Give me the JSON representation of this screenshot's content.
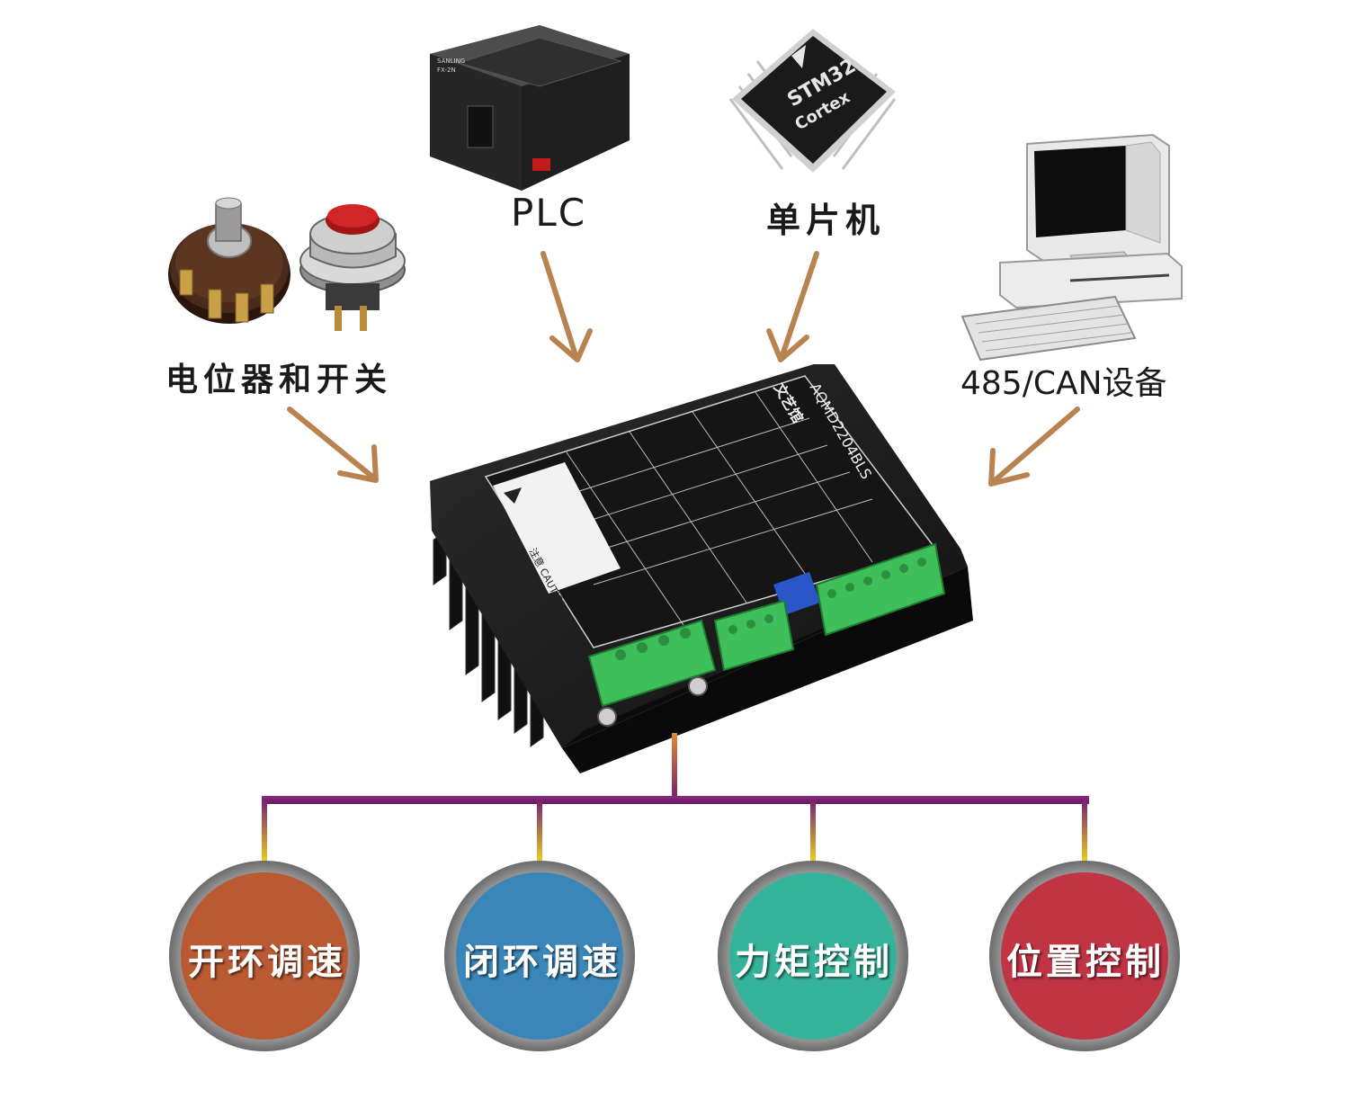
{
  "inputs": {
    "potentiometer_switch": {
      "label": "电位器和开关",
      "icon": "potentiometer-and-push-button-icon"
    },
    "plc": {
      "label": "PLC",
      "icon": "plc-module-icon",
      "device_text": [
        "SANLING",
        "FX-2N"
      ]
    },
    "mcu": {
      "label": "单片机",
      "icon": "stm32-chip-icon",
      "device_text": [
        "STM32",
        "Cortex"
      ]
    },
    "can485": {
      "label": "485/CAN设备",
      "icon": "desktop-computer-icon"
    }
  },
  "driver": {
    "icon": "motor-driver-icon",
    "brand": "文艺馆",
    "model": "AQMD2204BLS",
    "caution": "注意 CAUTION"
  },
  "modes": [
    {
      "label": "开环调速",
      "color": "#b95a33"
    },
    {
      "label": "闭环调速",
      "color": "#3a86b8"
    },
    {
      "label": "力矩控制",
      "color": "#35b39a"
    },
    {
      "label": "位置控制",
      "color": "#c03444"
    }
  ],
  "colors": {
    "arrow": "#b9834f",
    "connector_top": "#c58a2b",
    "connector_bar": "#7a2070",
    "connector_drop": "#e2c21c",
    "ring": "#8a8a8a",
    "terminal_green": "#3fbf5a"
  }
}
